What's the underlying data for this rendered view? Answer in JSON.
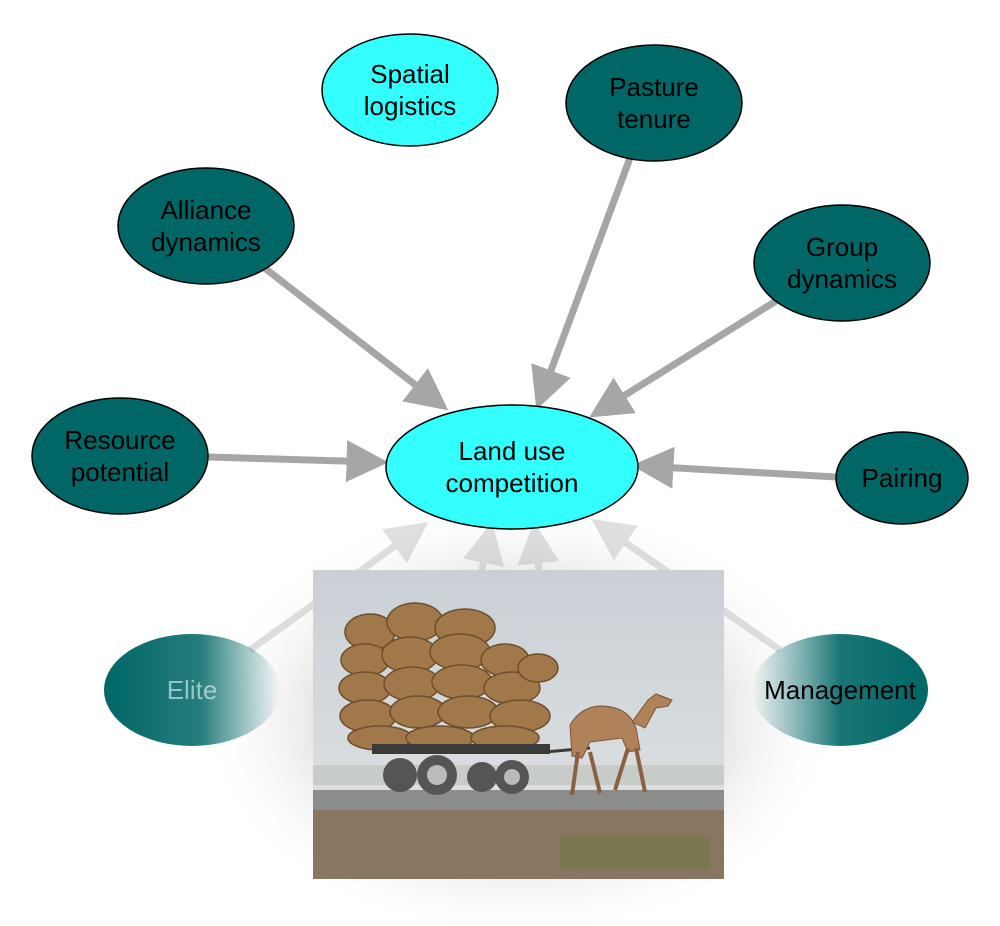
{
  "diagram": {
    "center": {
      "lines": [
        "Land use",
        "competition"
      ],
      "fill": "#33ffff"
    },
    "nodes": [
      {
        "id": "spatial",
        "lines": [
          "Spatial",
          "logistics"
        ],
        "fill": "#33ffff"
      },
      {
        "id": "pasture",
        "lines": [
          "Pasture",
          "tenure"
        ],
        "fill": "#006666"
      },
      {
        "id": "alliance",
        "lines": [
          "Alliance",
          "dynamics"
        ],
        "fill": "#006666"
      },
      {
        "id": "group",
        "lines": [
          "Group",
          "dynamics"
        ],
        "fill": "#006666"
      },
      {
        "id": "resource",
        "lines": [
          "Resource",
          "potential"
        ],
        "fill": "#006666"
      },
      {
        "id": "pairing",
        "lines": [
          "Pairing"
        ],
        "fill": "#006666"
      },
      {
        "id": "elite",
        "lines": [
          "Elite"
        ],
        "fill": "#006666"
      },
      {
        "id": "management",
        "lines": [
          "Management"
        ],
        "fill": "#006666"
      }
    ],
    "arrow_color": "#a6a6a6",
    "photo": {
      "description_icon": "camel-cart-photo",
      "sky": "#d8dce0",
      "ground": "#8a7560",
      "sacks": "#a0784a"
    }
  }
}
